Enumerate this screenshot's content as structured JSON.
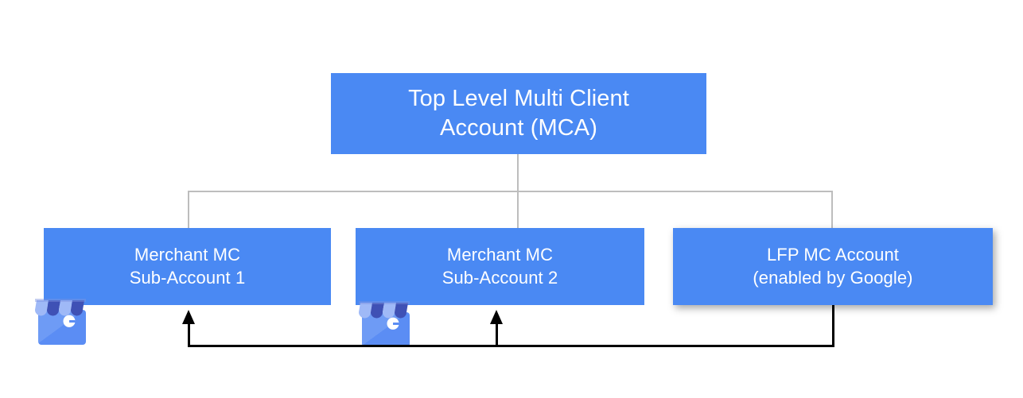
{
  "diagram": {
    "title": "Google Merchant Center multi-client account hierarchy",
    "colors": {
      "node_fill": "#4a89f3",
      "node_text": "#ffffff",
      "tree_connector": "#bdbdbd",
      "flow_connector": "#000000",
      "background": "#ffffff"
    },
    "nodes": [
      {
        "id": "mca",
        "label": "Top Level Multi Client\nAccount (MCA)",
        "line1": "Top Level Multi Client",
        "line2": "Account (MCA)",
        "level": "root"
      },
      {
        "id": "sub1",
        "label": "Merchant MC\nSub-Account 1",
        "line1": "Merchant MC",
        "line2": "Sub-Account 1",
        "level": "child",
        "icon": "google-my-business-icon"
      },
      {
        "id": "sub2",
        "label": "Merchant MC\nSub-Account 2",
        "line1": "Merchant MC",
        "line2": "Sub-Account 2",
        "level": "child",
        "icon": "google-my-business-icon"
      },
      {
        "id": "lfp",
        "label": "LFP MC Account\n(enabled by Google)",
        "line1": "LFP MC Account",
        "line2": "(enabled by Google)",
        "level": "child"
      }
    ],
    "connectors": {
      "tree": "root MCA branches down to the three child accounts",
      "flow": "LFP MC Account feeds back up into Merchant MC Sub-Account 1 and Sub-Account 2"
    },
    "icon_labels": {
      "storefront": "google-my-business-icon",
      "storefront_glyph": "G"
    }
  }
}
